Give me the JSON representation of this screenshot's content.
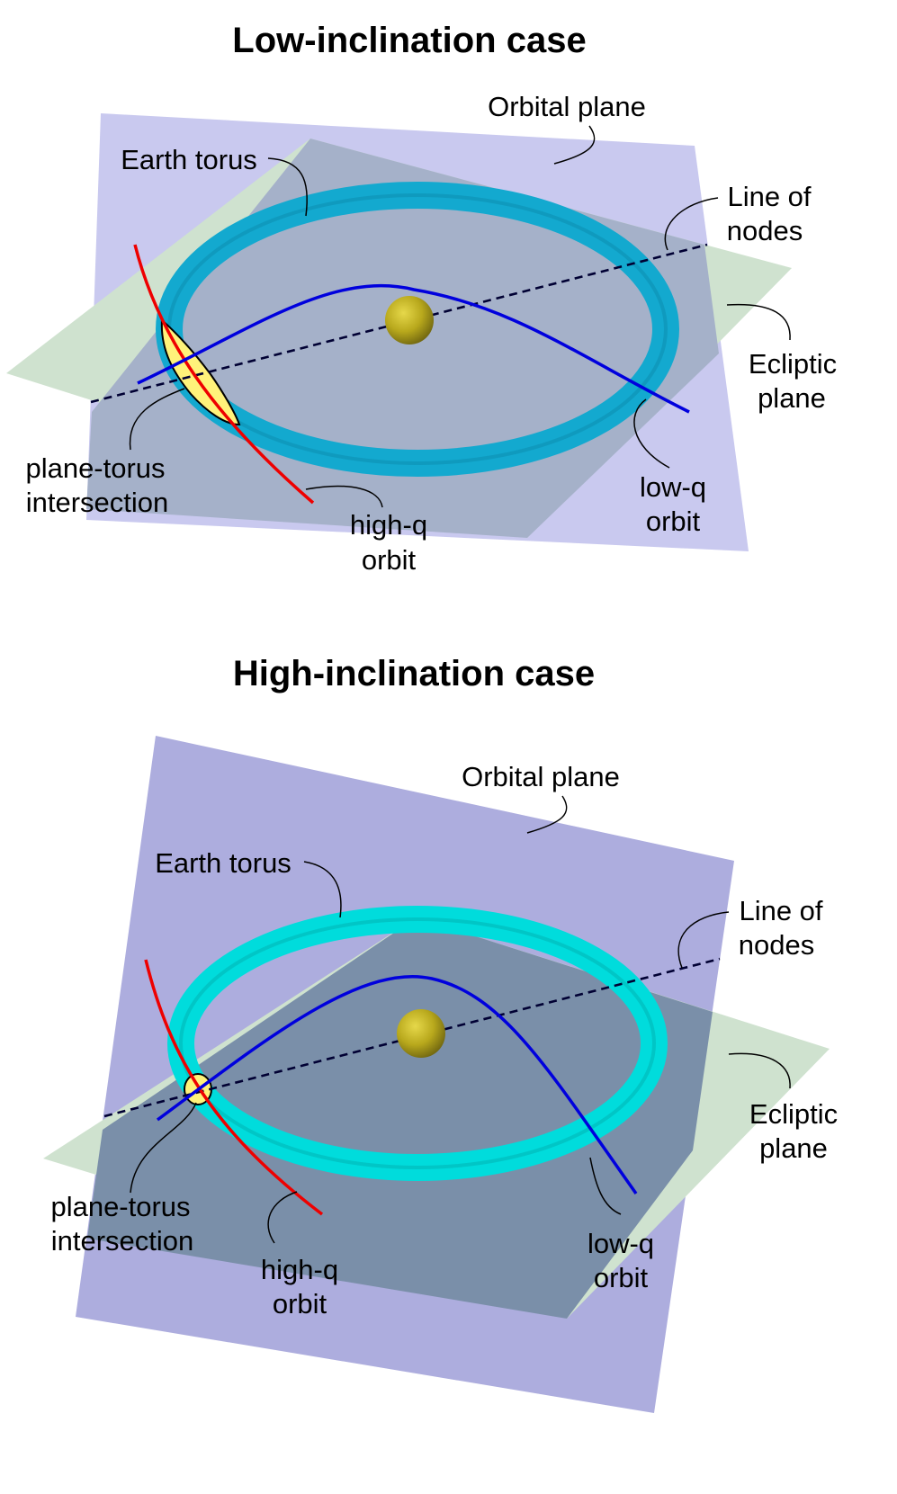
{
  "colors": {
    "orbital_plane_low": "#c9c9ef",
    "orbital_plane_high": "#adadde",
    "ecliptic_plane": "#cfe2cf",
    "overlap_low": "#a5b1c9",
    "overlap_high": "#7a8fa9",
    "torus_low": "#13a9cf",
    "torus_high": "#00dcdc",
    "sun": "#b8a81c",
    "high_q_orbit": "#ee0000",
    "low_q_orbit": "#0000dd",
    "intersection": "#fff27a"
  },
  "panels": [
    {
      "title": "Low-inclination case",
      "labels": {
        "orbital_plane": "Orbital plane",
        "earth_torus": "Earth torus",
        "line_of_nodes_1": "Line of",
        "line_of_nodes_2": "nodes",
        "ecliptic_1": "Ecliptic",
        "ecliptic_2": "plane",
        "intersection_1": "plane-torus",
        "intersection_2": "intersection",
        "high_q_1": "high-q",
        "high_q_2": "orbit",
        "low_q_1": "low-q",
        "low_q_2": "orbit"
      }
    },
    {
      "title": "High-inclination case",
      "labels": {
        "orbital_plane": "Orbital plane",
        "earth_torus": "Earth torus",
        "line_of_nodes_1": "Line of",
        "line_of_nodes_2": "nodes",
        "ecliptic_1": "Ecliptic",
        "ecliptic_2": "plane",
        "intersection_1": "plane-torus",
        "intersection_2": "intersection",
        "high_q_1": "high-q",
        "high_q_2": "orbit",
        "low_q_1": "low-q",
        "low_q_2": "orbit"
      }
    }
  ]
}
